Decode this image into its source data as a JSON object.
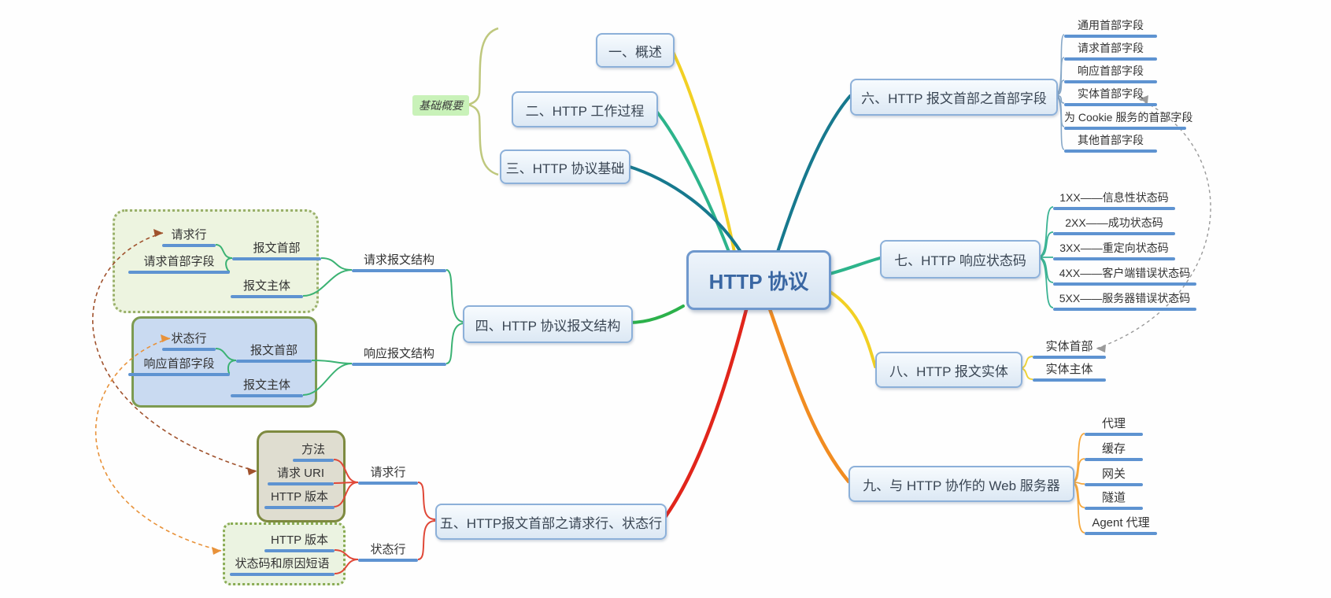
{
  "center": {
    "label": "HTTP 协议"
  },
  "summary": {
    "label": "基础概要"
  },
  "topics": {
    "t1": {
      "label": "一、概述"
    },
    "t2": {
      "label": "二、HTTP 工作过程"
    },
    "t3": {
      "label": "三、HTTP 协议基础"
    },
    "t4": {
      "label": "四、HTTP 协议报文结构",
      "request": {
        "label": "请求报文结构",
        "header": {
          "label": "报文首部",
          "children": [
            "请求行",
            "请求首部字段"
          ]
        },
        "body": {
          "label": "报文主体"
        }
      },
      "response": {
        "label": "响应报文结构",
        "header": {
          "label": "报文首部",
          "children": [
            "状态行",
            "响应首部字段"
          ]
        },
        "body": {
          "label": "报文主体"
        }
      }
    },
    "t5": {
      "label": "五、HTTP报文首部之请求行、状态行",
      "request_line": {
        "label": "请求行",
        "children": [
          "方法",
          "请求 URI",
          "HTTP 版本"
        ]
      },
      "status_line": {
        "label": "状态行",
        "children": [
          "HTTP 版本",
          "状态码和原因短语"
        ]
      }
    },
    "t6": {
      "label": "六、HTTP 报文首部之首部字段",
      "children": [
        "通用首部字段",
        "请求首部字段",
        "响应首部字段",
        "实体首部字段",
        "为 Cookie 服务的首部字段",
        "其他首部字段"
      ]
    },
    "t7": {
      "label": "七、HTTP 响应状态码",
      "children": [
        "1XX——信息性状态码",
        "2XX——成功状态码",
        "3XX——重定向状态码",
        "4XX——客户端错误状态码",
        "5XX——服务器错误状态码"
      ]
    },
    "t8": {
      "label": "八、HTTP 报文实体",
      "children": [
        "实体首部",
        "实体主体"
      ]
    },
    "t9": {
      "label": "九、与 HTTP 协作的 Web 服务器",
      "children": [
        "代理",
        "缓存",
        "网关",
        "隧道",
        "Agent 代理"
      ]
    }
  },
  "colors": {
    "branch_yellow": "#f2d024",
    "branch_green": "#2cb14b",
    "branch_teal": "#2db48b",
    "branch_dark_teal": "#17798e",
    "branch_red": "#e1251b",
    "branch_orange": "#f18c21",
    "underline_blue": "#5e93d1",
    "relationship_brown": "#a0522d",
    "relationship_orange": "#e8923a",
    "relationship_gray": "#9a9a9a"
  }
}
